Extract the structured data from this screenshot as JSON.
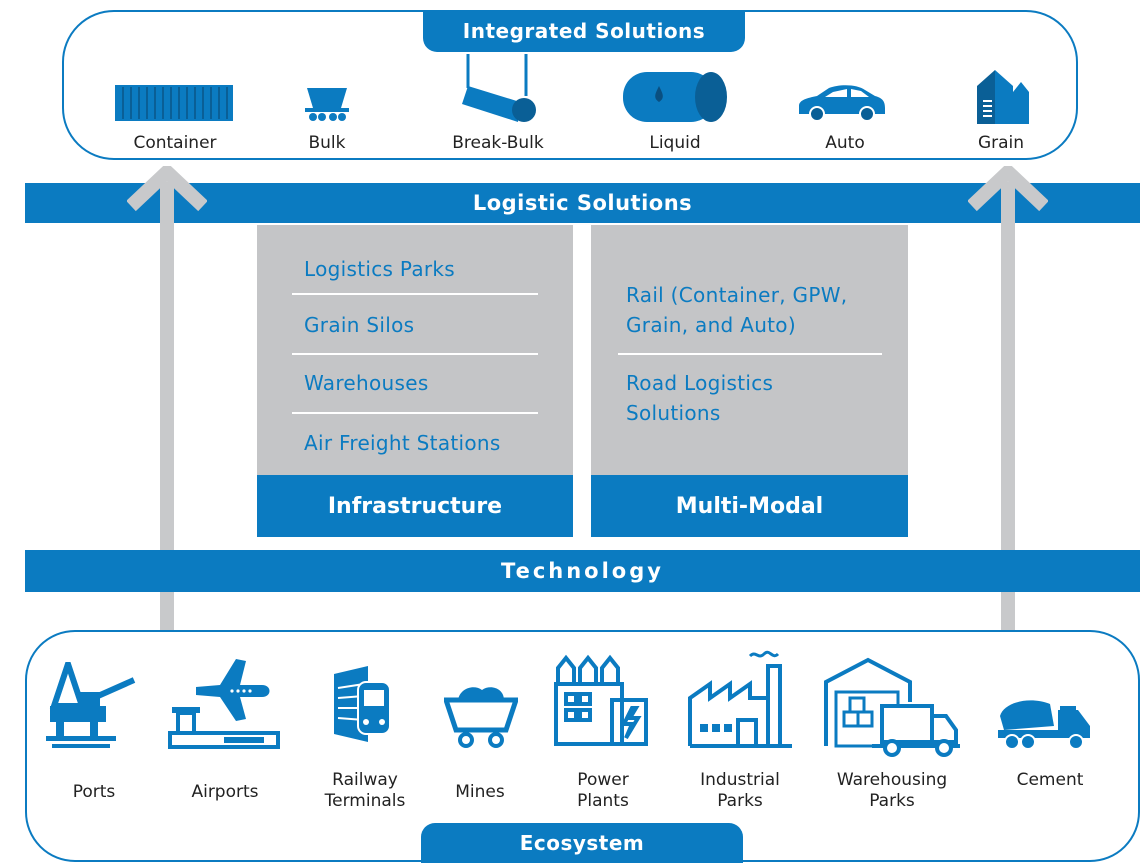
{
  "top": {
    "title": "Integrated Solutions",
    "items": [
      {
        "label": "Container",
        "icon": "container-icon"
      },
      {
        "label": "Bulk",
        "icon": "bulk-wagon-icon"
      },
      {
        "label": "Break-Bulk",
        "icon": "break-bulk-icon"
      },
      {
        "label": "Liquid",
        "icon": "liquid-tank-icon"
      },
      {
        "label": "Auto",
        "icon": "car-icon"
      },
      {
        "label": "Grain",
        "icon": "grain-silo-icon"
      }
    ]
  },
  "logistic": {
    "title": "Logistic Solutions"
  },
  "infrastructure": {
    "title": "Infrastructure",
    "items": [
      "Logistics Parks",
      "Grain Silos",
      "Warehouses",
      "Air Freight Stations"
    ]
  },
  "multimodal": {
    "title": "Multi-Modal",
    "items": [
      "Rail (Container, GPW,\nGrain, and Auto)",
      "Road Logistics\nSolutions"
    ]
  },
  "technology": {
    "title": "Technology"
  },
  "bottom": {
    "title": "Ecosystem",
    "items": [
      {
        "label": "Ports",
        "icon": "port-icon"
      },
      {
        "label": "Airports",
        "icon": "airport-icon"
      },
      {
        "label": "Railway\nTerminals",
        "icon": "railway-terminal-icon"
      },
      {
        "label": "Mines",
        "icon": "mine-cart-icon"
      },
      {
        "label": "Power\nPlants",
        "icon": "power-plant-icon"
      },
      {
        "label": "Industrial\nParks",
        "icon": "industrial-park-icon"
      },
      {
        "label": "Warehousing\nParks",
        "icon": "warehouse-truck-icon"
      },
      {
        "label": "Cement",
        "icon": "cement-mixer-icon"
      }
    ]
  },
  "colors": {
    "primary": "#0b7bc1",
    "panel": "#c4c5c7",
    "arrow": "#c8c9cb"
  }
}
